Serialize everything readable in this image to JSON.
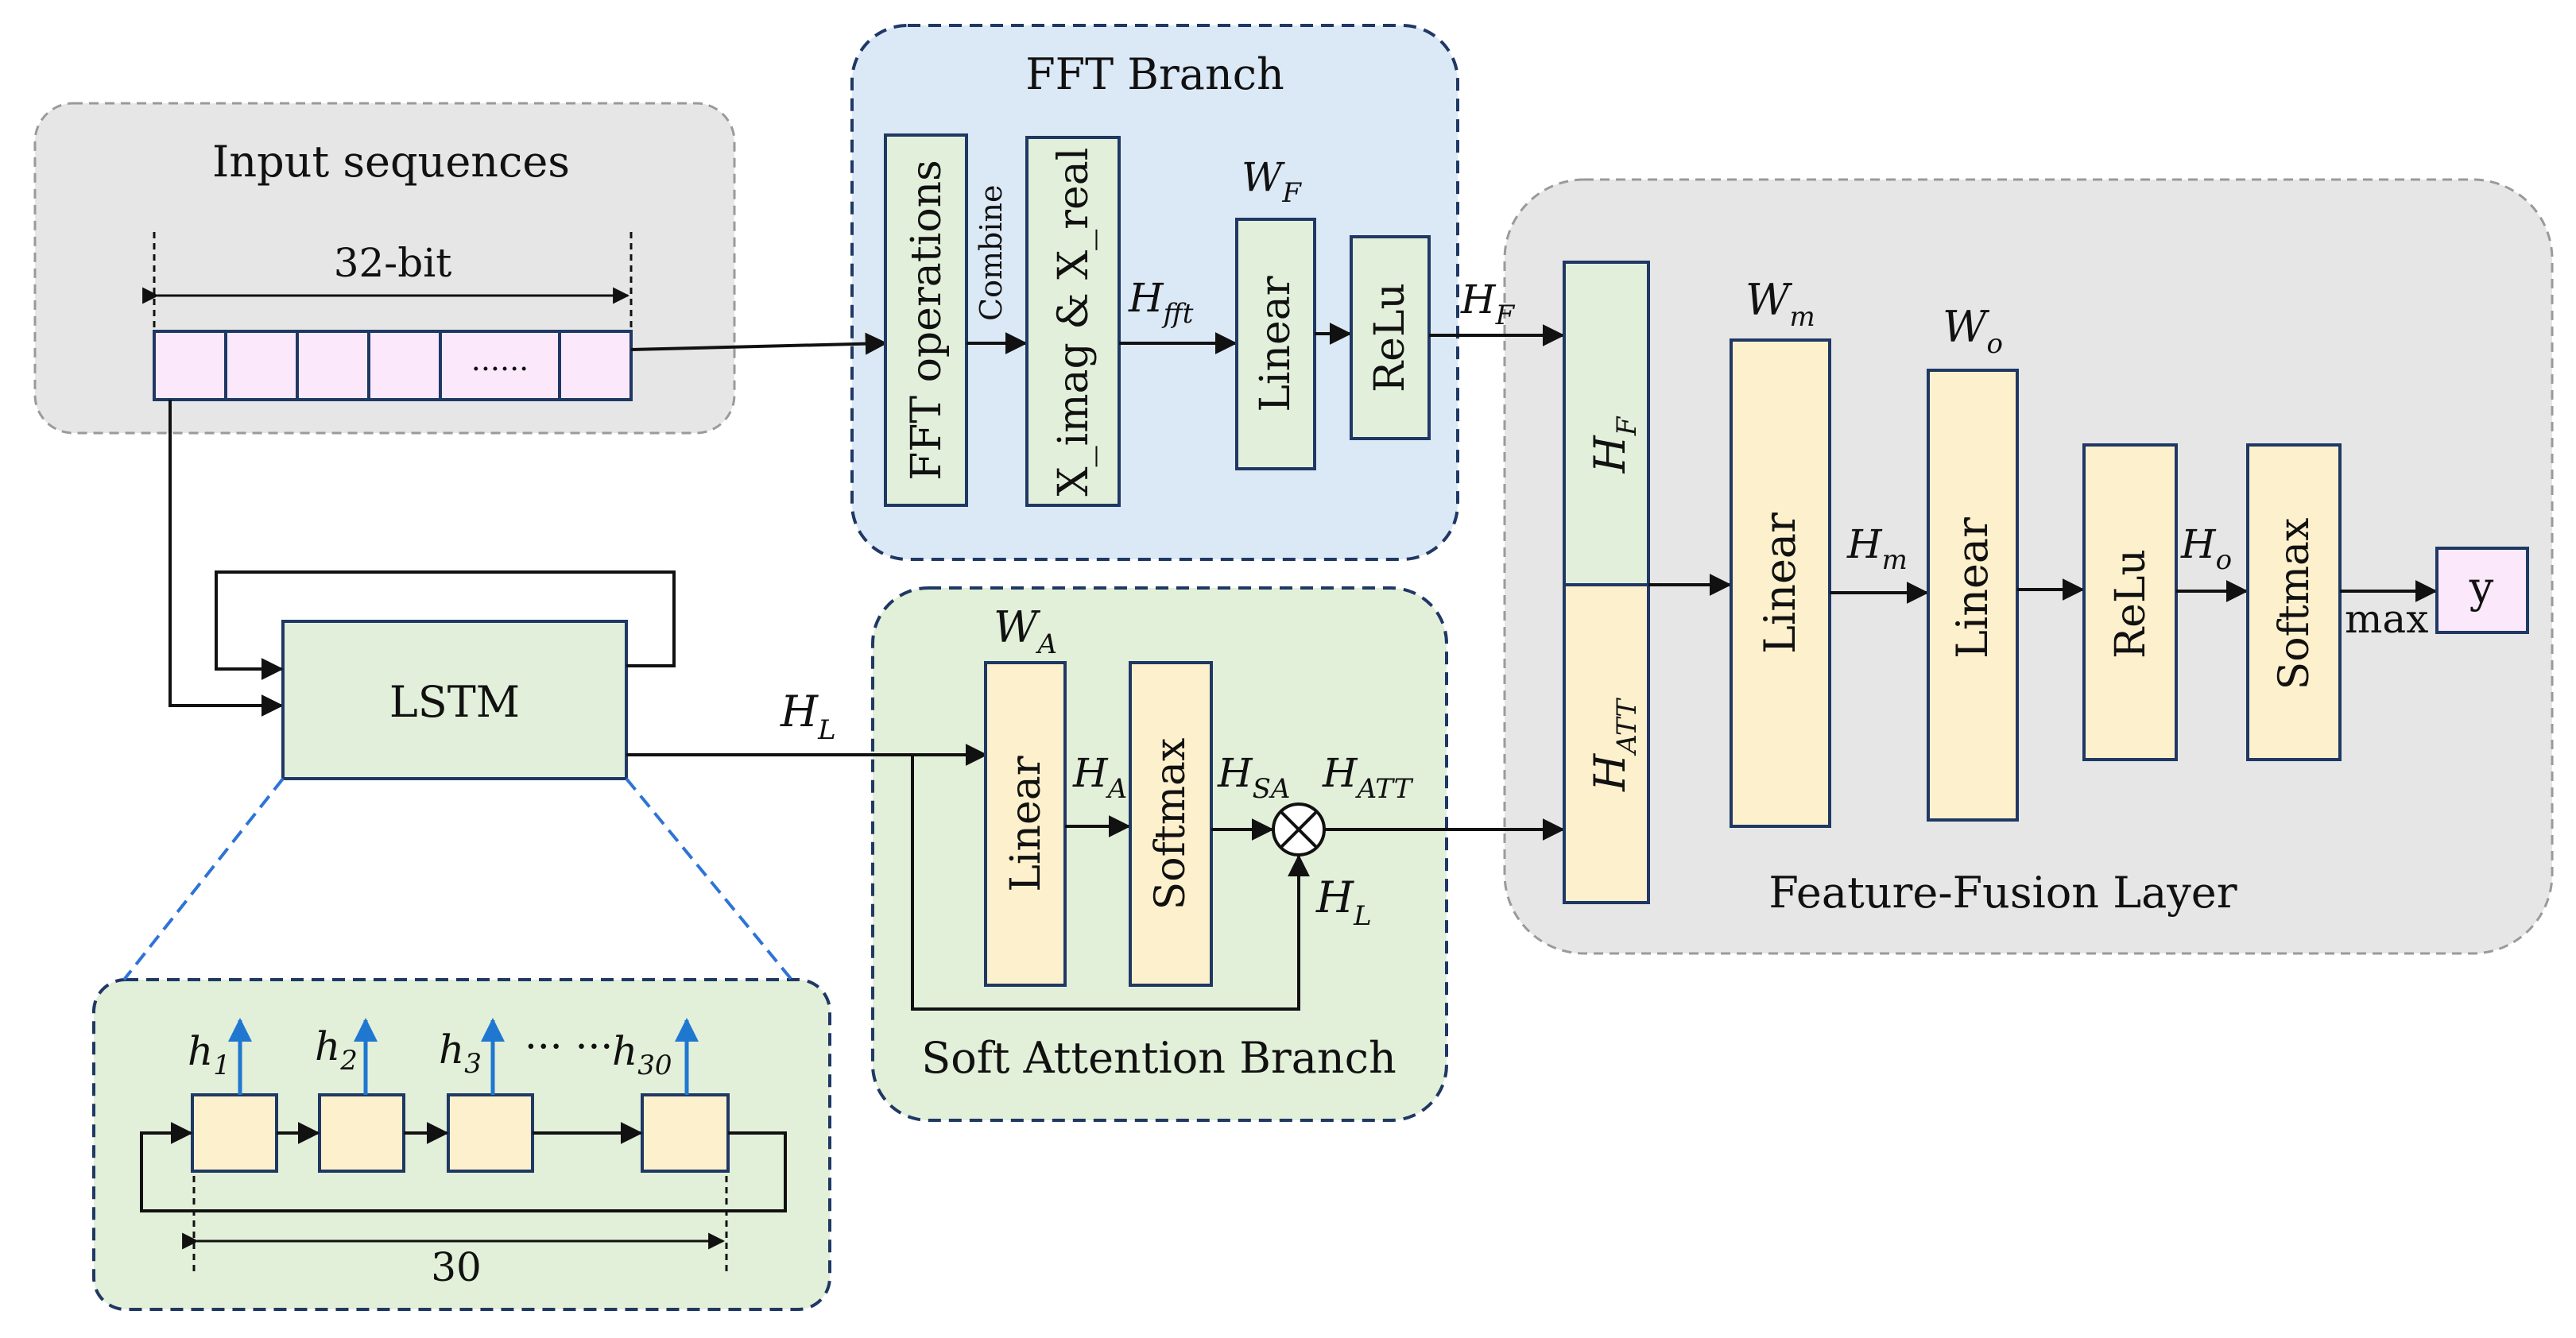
{
  "colors": {
    "gray_panel": "#e6e6e6",
    "blue_panel": "#dbe8f5",
    "green_panel": "#e2efd9",
    "green_block": "#e2efda",
    "yellow_block": "#fdf0cc",
    "pink_cell": "#fbe9fb",
    "dashed_border": "#1f3864",
    "blue_arrow": "#1f77d0"
  },
  "input": {
    "title": "Input sequences",
    "bits_label": "32-bit",
    "ellipsis": "......"
  },
  "fft_branch": {
    "title": "FFT  Branch",
    "fft_ops": "FFT operations",
    "combine": "Combine",
    "ximag": "X_imag & X_real",
    "w_f": {
      "main": "W",
      "sub": "F"
    },
    "h_fft": {
      "main": "H",
      "sub": "fft"
    },
    "linear": "Linear",
    "relu": "ReLu",
    "h_f_out": {
      "main": "H",
      "sub": "F"
    }
  },
  "lstm": {
    "label": "LSTM",
    "h_l": {
      "main": "H",
      "sub": "L"
    },
    "cells": [
      {
        "main": "h",
        "sub": "1"
      },
      {
        "main": "h",
        "sub": "2"
      },
      {
        "main": "h",
        "sub": "3"
      },
      {
        "main": "h",
        "sub": "30"
      }
    ],
    "dots": "··· ···",
    "count": "30",
    "icons": [
      "arrow-icon"
    ]
  },
  "attention": {
    "title": "Soft Attention Branch",
    "w_a": {
      "main": "W",
      "sub": "A"
    },
    "linear": "Linear",
    "h_a": {
      "main": "H",
      "sub": "A"
    },
    "softmax": "Softmax",
    "h_sa": {
      "main": "H",
      "sub": "SA"
    },
    "h_att": {
      "main": "H",
      "sub": "ATT"
    },
    "h_l": {
      "main": "H",
      "sub": "L"
    },
    "multiply_icon": "otimes-icon"
  },
  "fusion": {
    "title": "Feature-Fusion Layer",
    "h_f": {
      "main": "H",
      "sub": "F"
    },
    "h_att": {
      "main": "H",
      "sub": "ATT"
    },
    "w_m": {
      "main": "W",
      "sub": "m"
    },
    "linear1": "Linear",
    "h_m": {
      "main": "H",
      "sub": "m"
    },
    "w_o": {
      "main": "W",
      "sub": "o"
    },
    "linear2": "Linear",
    "relu": "ReLu",
    "h_o": {
      "main": "H",
      "sub": "o"
    },
    "softmax": "Softmax",
    "max": "max",
    "y": "y"
  }
}
